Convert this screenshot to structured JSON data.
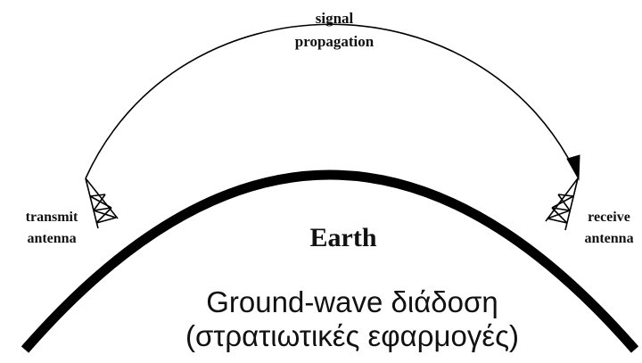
{
  "labels": {
    "signal_line1": "signal",
    "signal_line2": "propagation",
    "transmit_line1": "transmit",
    "transmit_line2": "antenna",
    "receive_line1": "receive",
    "receive_line2": "antenna",
    "earth": "Earth"
  },
  "caption": {
    "line1": "Ground-wave διάδοση",
    "line2": "(στρατιωτικές εφαρμογές)"
  },
  "colors": {
    "stroke": "#000000",
    "background": "#ffffff",
    "text": "#111111"
  }
}
